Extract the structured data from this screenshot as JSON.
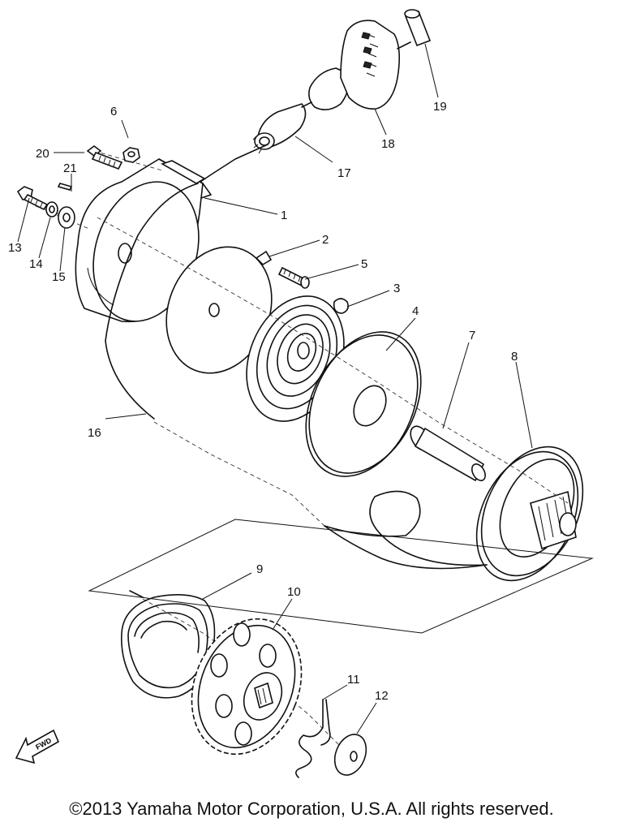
{
  "diagram": {
    "part_labels": [
      "1",
      "2",
      "3",
      "4",
      "5",
      "6",
      "7",
      "8",
      "9",
      "10",
      "11",
      "12",
      "13",
      "14",
      "15",
      "16",
      "17",
      "18",
      "19",
      "20",
      "21"
    ],
    "fwd_label": "FWD"
  },
  "footer": {
    "copyright": "©2013 Yamaha Motor Corporation, U.S.A. All rights reserved."
  }
}
